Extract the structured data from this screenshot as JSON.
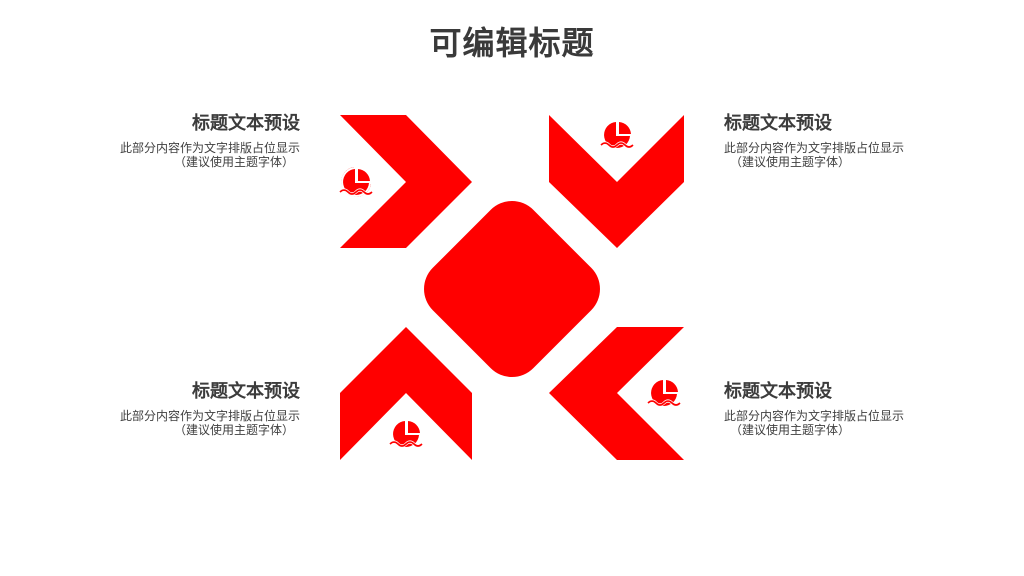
{
  "title": "可编辑标题",
  "accent_color": "#ff0000",
  "blocks": [
    {
      "id": "tl",
      "heading": "标题文本预设",
      "desc": "此部分内容作为文字排版占位显示",
      "note": "（建议使用主题字体）"
    },
    {
      "id": "tr",
      "heading": "标题文本预设",
      "desc": "此部分内容作为文字排版占位显示",
      "note": "（建议使用主题字体）"
    },
    {
      "id": "bl",
      "heading": "标题文本预设",
      "desc": "此部分内容作为文字排版占位显示",
      "note": "（建议使用主题字体）"
    },
    {
      "id": "br",
      "heading": "标题文本预设",
      "desc": "此部分内容作为文字排版占位显示",
      "note": "（建议使用主题字体）"
    }
  ],
  "icons": [
    "pie-chart-wave-icon"
  ]
}
